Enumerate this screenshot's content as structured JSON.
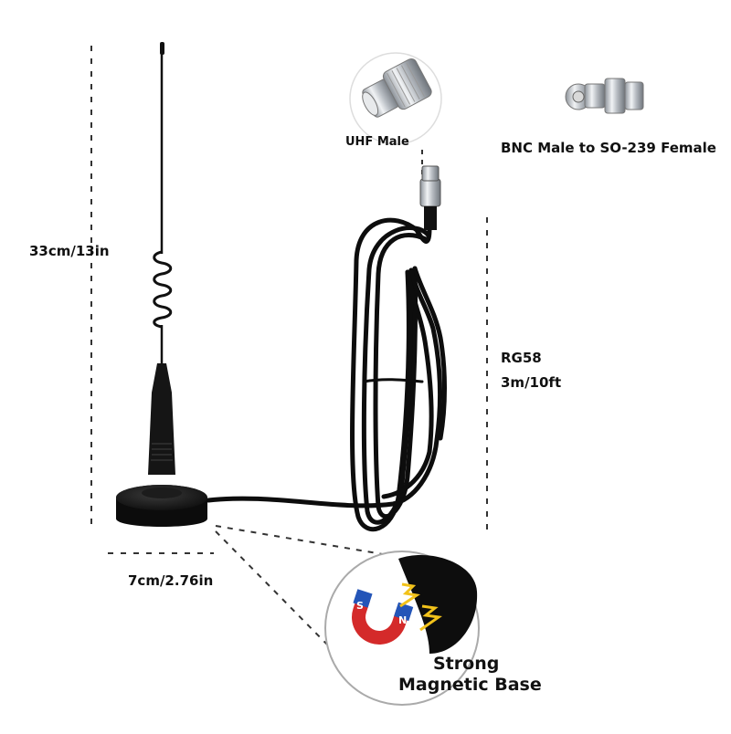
{
  "labels": {
    "height": "33cm/13in",
    "base_width": "7cm/2.76in",
    "cable_type": "RG58",
    "cable_length": "3m/10ft",
    "connector": "UHF Male",
    "adapter": "BNC Male to SO-239 Female",
    "magnet_line1": "Strong",
    "magnet_line2": "Magnetic Base"
  },
  "magnet_poles": {
    "south": "S",
    "north": "N"
  },
  "colors": {
    "background": "#ffffff",
    "antenna": "#111111",
    "chrome": "#c9cdd2",
    "magnet_red": "#d42a2a",
    "magnet_blue": "#2455b8",
    "spark": "#f2c21a"
  }
}
